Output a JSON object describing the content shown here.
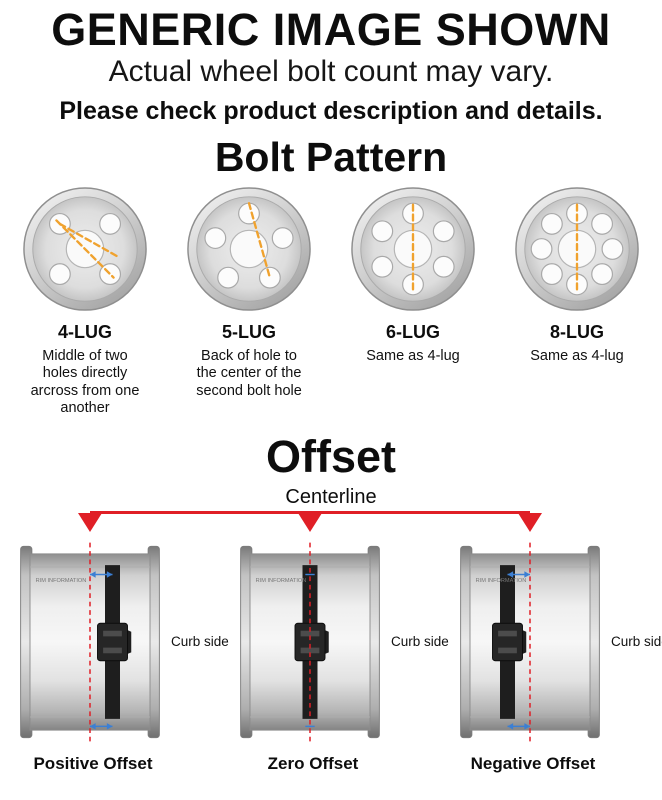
{
  "header": {
    "title": "GENERIC IMAGE SHOWN",
    "subtitle": "Actual wheel bolt count may vary.",
    "note": "Please check product description and details."
  },
  "bolt_pattern": {
    "title": "Bolt Pattern",
    "dash_color": "#f0a22e",
    "items": [
      {
        "label": "4-LUG",
        "desc": "Middle of two holes directly arcross from one another",
        "lugs": 4,
        "line": "cross-diagonal"
      },
      {
        "label": "5-LUG",
        "desc": "Back of hole to the center of the second bolt hole",
        "lugs": 5,
        "line": "skew"
      },
      {
        "label": "6-LUG",
        "desc": "Same as 4-lug",
        "lugs": 6,
        "line": "vertical"
      },
      {
        "label": "8-LUG",
        "desc": "Same as 4-lug",
        "lugs": 8,
        "line": "vertical"
      }
    ]
  },
  "offset": {
    "title": "Offset",
    "centerline_label": "Centerline",
    "curb_label": "Curb side",
    "barrel_text": "RIM INFORMATION",
    "accent_red": "#e01f26",
    "arrow_blue": "#3b7fd4",
    "items": [
      {
        "label": "Positive Offset",
        "type": "positive"
      },
      {
        "label": "Zero Offset",
        "type": "zero"
      },
      {
        "label": "Negative Offset",
        "type": "negative"
      }
    ]
  }
}
